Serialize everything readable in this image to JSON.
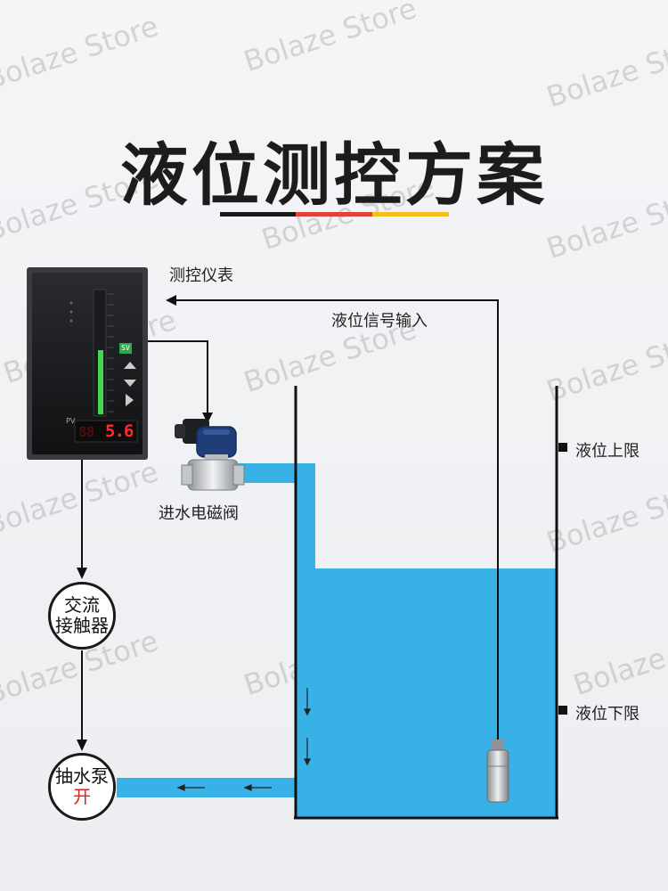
{
  "title": "液位测控方案",
  "colors": {
    "water": "#38b1e6",
    "accent_red": "#e0413b",
    "accent_yellow": "#f2c01a",
    "line_dark": "#111111"
  },
  "watermark": "Bolaze Store",
  "labels": {
    "instrument": "测控仪表",
    "signal_input": "液位信号输入",
    "inlet_valve": "进水电磁阀",
    "level_upper": "液位上限",
    "level_lower": "液位下限"
  },
  "contactor": {
    "line1": "交流",
    "line2": "接触器"
  },
  "pump": {
    "line1": "抽水泵",
    "state": "开"
  },
  "meter": {
    "pv_label": "PV",
    "display_dim": "88",
    "display_value": "5.6",
    "badge": "SV"
  }
}
